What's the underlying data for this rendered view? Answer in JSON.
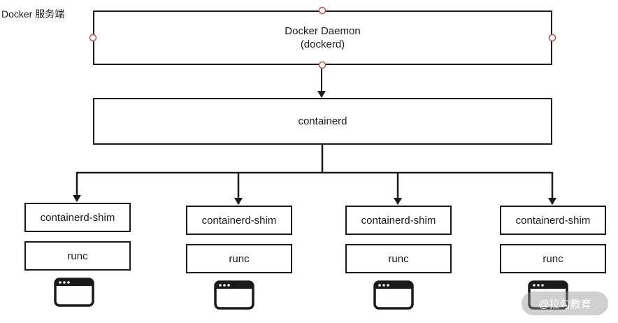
{
  "section_label": "Docker 服务端",
  "daemon": {
    "title": "Docker Daemon",
    "subtitle": "(dockerd)"
  },
  "containerd": {
    "label": "containerd"
  },
  "groups": [
    {
      "shim_label": "containerd-shim",
      "runc_label": "runc",
      "icon": "app-window-icon"
    },
    {
      "shim_label": "containerd-shim",
      "runc_label": "runc",
      "icon": "app-window-icon"
    },
    {
      "shim_label": "containerd-shim",
      "runc_label": "runc",
      "icon": "app-window-icon"
    },
    {
      "shim_label": "containerd-shim",
      "runc_label": "runc",
      "icon": "app-window-icon"
    }
  ],
  "watermark": "@拉勾教育",
  "colors": {
    "line": "#1a1a1a",
    "connection_point": "#b85450",
    "watermark_bg": "#969696"
  }
}
